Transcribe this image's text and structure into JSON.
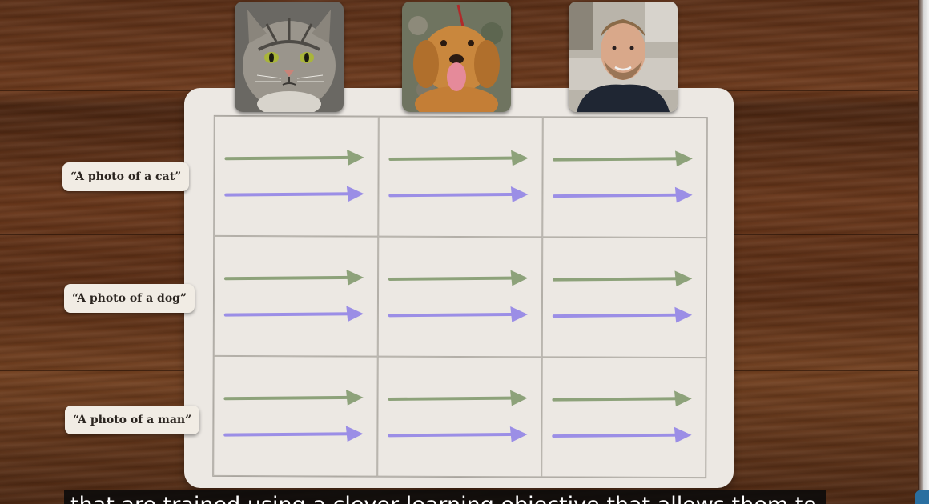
{
  "scene": {
    "images": [
      {
        "subject": "cat",
        "icon": "cat-photo"
      },
      {
        "subject": "dog",
        "icon": "dog-photo"
      },
      {
        "subject": "man",
        "icon": "man-photo"
      }
    ],
    "text_labels": [
      "“A photo of a cat”",
      "“A photo of a dog”",
      "“A photo of a man”"
    ],
    "arrow_colors": {
      "image_embedding": "#8da27a",
      "text_embedding": "#9b8ee6"
    }
  },
  "caption": {
    "text": "that are trained using a clever learning objective that allows them to"
  }
}
